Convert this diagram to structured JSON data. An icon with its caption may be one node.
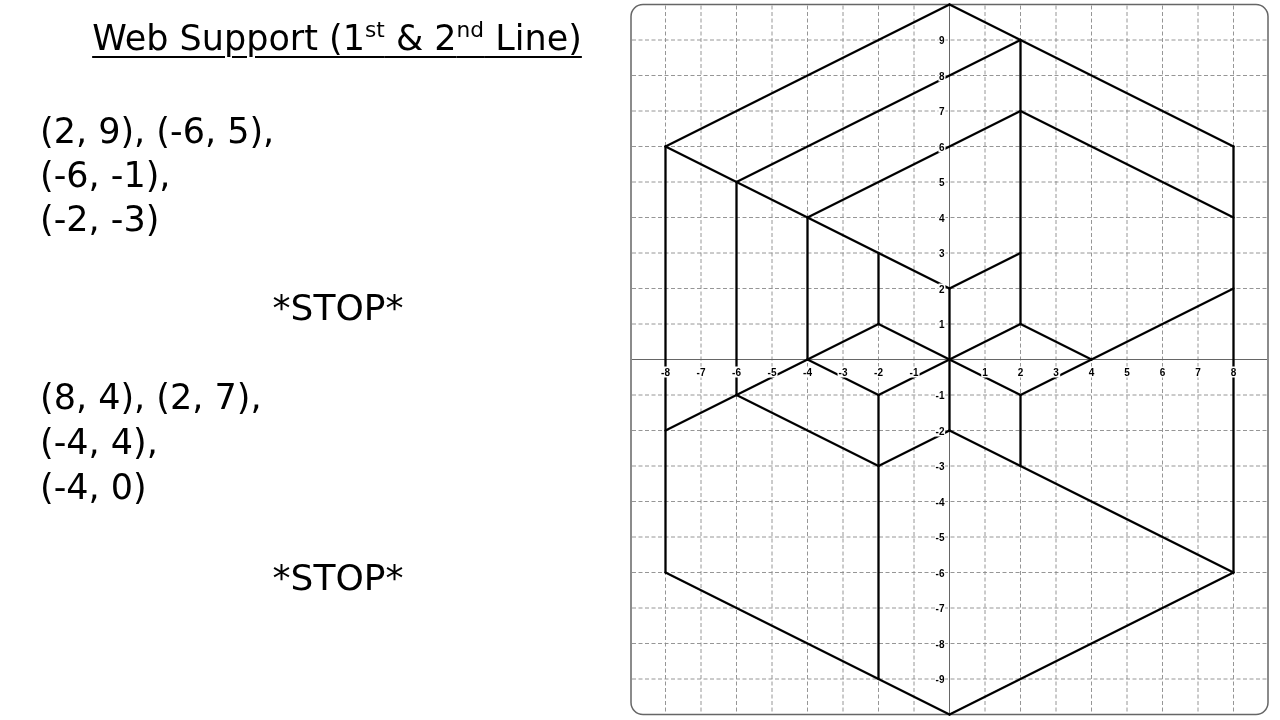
{
  "diagram": {
    "title": "Web Support (1$^{st}$ & 2$^{nd}$ Line)",
    "labels": [
      "(2, 9), (-6, 5),",
      "(-6, -1),",
      "(-2, -3)",
      "*STOP*",
      "(8, 4), (2, 7),",
      "(-4, 4),",
      "(-4, 0)",
      "*STOP*",
      "9",
      "8",
      "7",
      "6",
      "5",
      "4",
      "3",
      "2",
      "1",
      "-8",
      "-7",
      "-6",
      "-5",
      "-4",
      "-3",
      "-2",
      "-1",
      "1",
      "2",
      "3",
      "4",
      "5",
      "6",
      "7",
      "8",
      "-1",
      "-2",
      "-3",
      "-4",
      "-5",
      "-6",
      "-7",
      "-8",
      "-9"
    ]
  }
}
